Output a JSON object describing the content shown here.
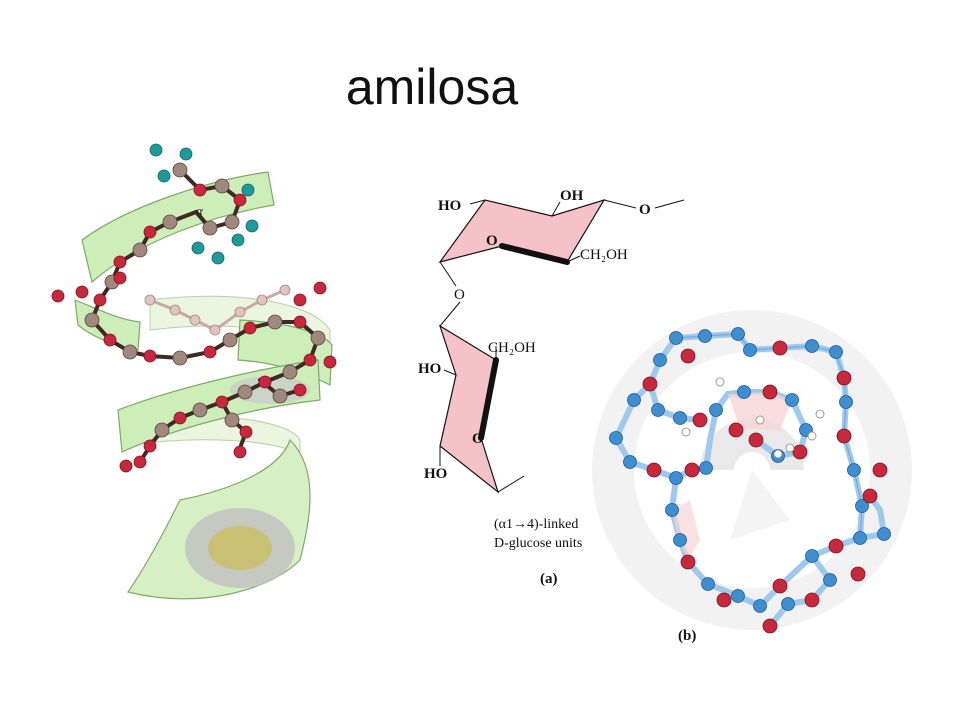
{
  "title": "amilosa",
  "panel_a": {
    "top_ring": {
      "ho": "HO",
      "oh": "OH",
      "ring_o": "O",
      "link_o": "O",
      "ch2oh": "CH₂OH"
    },
    "glycosidic_o": "O",
    "bottom_ring": {
      "ch2oh": "CH₂OH",
      "ho_upper": "HO",
      "ring_o": "O",
      "ho_lower": "HO"
    },
    "caption_line1": "(α1→4)-linked",
    "caption_line2": "D-glucose units",
    "label": "(a)"
  },
  "helix_model": {
    "alpha": "α"
  },
  "panel_b": {
    "label": "(b)"
  },
  "colors": {
    "ring_fill": "#f5c2c8",
    "helix_ribbon": "#cdeeb8",
    "atom_oxygen": "#c8283c",
    "atom_carbon_brown": "#a0887c",
    "atom_teal": "#1f9a9a",
    "atom_blue": "#3f8fd0",
    "bond_blue": "#9ec9ec"
  }
}
